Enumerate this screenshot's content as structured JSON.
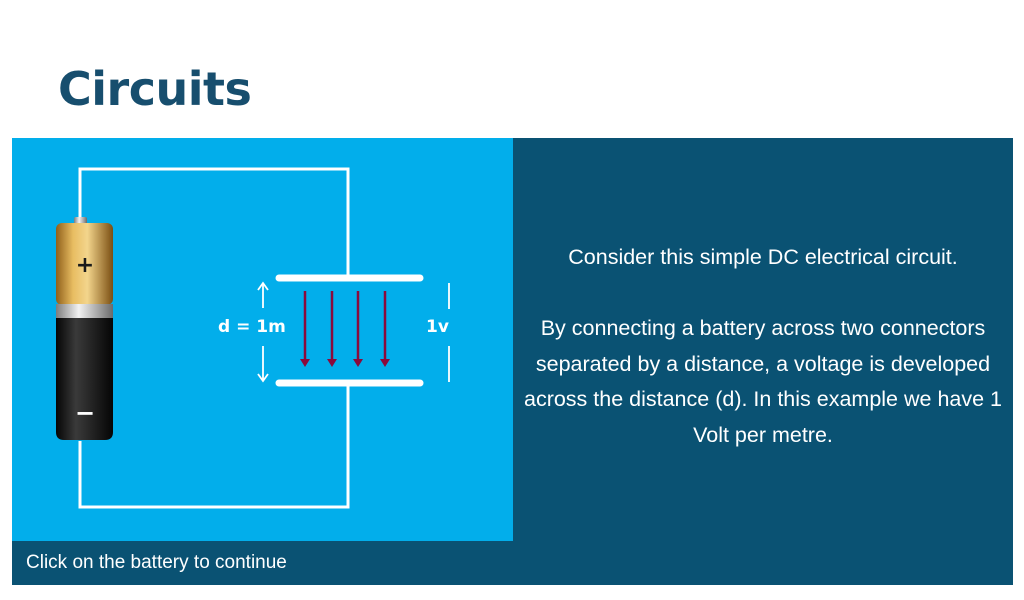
{
  "page": {
    "title": "Circuits"
  },
  "diagram": {
    "positive_sign": "+",
    "negative_sign": "−",
    "distance_label": "d = 1m",
    "voltage_label": "1v",
    "colors": {
      "panel_background": "#02aeeb",
      "wire": "#ffffff",
      "field_arrows": "#8b0a3c",
      "battery_top": "#d9a646",
      "battery_body": "#1a1a1a"
    }
  },
  "description": {
    "paragraph_1": "Consider this simple DC electrical circuit.",
    "paragraph_2": "By connecting a battery across two connectors separated by a distance, a voltage is developed across the distance (d). In this example we have 1 Volt per metre."
  },
  "footer": {
    "instruction": "Click on the battery to continue"
  }
}
